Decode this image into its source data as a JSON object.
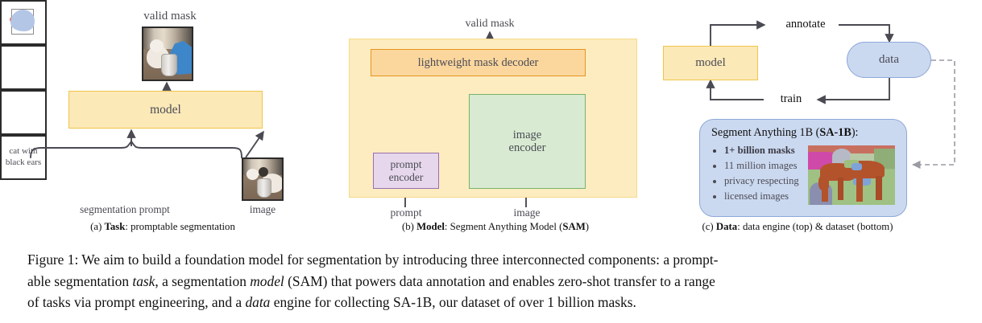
{
  "figure": {
    "caption_prefix": "Figure 1:",
    "caption_text": " We aim to build a foundation model for segmentation by introducing three interconnected components: a promptable segmentation task, a segmentation model (SAM) that powers data annotation and enables zero-shot transfer to a range of tasks via prompt engineering, and a data engine for collecting SA-1B, our dataset of over 1 billion masks.",
    "caption_line1": "Figure 1: We aim to build a foundation model for segmentation by introducing three interconnected components: a prompt-",
    "caption_line2_a": "able segmentation ",
    "caption_line2_i1": "task",
    "caption_line2_b": ", a segmentation ",
    "caption_line2_i2": "model",
    "caption_line2_c": " (SAM) that powers data annotation and enables zero-shot transfer to a range",
    "caption_line3_a": "of tasks via prompt engineering, and a ",
    "caption_line3_i": "data",
    "caption_line3_b": " engine for collecting SA-1B, our dataset of over 1 billion masks."
  },
  "panel_a": {
    "letter": "(a) ",
    "cap_bold": "Task",
    "cap_rest": ": promptable segmentation",
    "output_label": "valid mask",
    "model_label": "model",
    "prompt_group_label": "segmentation prompt",
    "image_label": "image",
    "text_prompt_line1": "cat with",
    "text_prompt_line2": "black ears",
    "prompts": [
      "points-prompt",
      "box-prompt",
      "mask-prompt",
      "text-prompt"
    ]
  },
  "panel_b": {
    "letter": "(b) ",
    "cap_bold": "Model",
    "cap_rest": ": Segment Anything Model (",
    "cap_bold2": "SAM",
    "cap_end": ")",
    "output_label": "valid mask",
    "decoder_label": "lightweight mask decoder",
    "image_encoder_line1": "image",
    "image_encoder_line2": "encoder",
    "prompt_encoder_line1": "prompt",
    "prompt_encoder_line2": "encoder",
    "input_prompt_label": "prompt",
    "input_image_label": "image"
  },
  "panel_c": {
    "letter": "(c) ",
    "cap_bold": "Data",
    "cap_rest": ": data engine (top) & dataset (bottom)",
    "model_label": "model",
    "data_label": "data",
    "annotate_label": "annotate",
    "train_label": "train",
    "dataset_title_a": "Segment Anything 1B (",
    "dataset_title_b": "SA-1B",
    "dataset_title_c": "):",
    "bullets": [
      "1+ billion masks",
      "11 million images",
      "privacy respecting",
      "licensed images"
    ]
  },
  "colors": {
    "yellow_fill": "#FCE9B8",
    "yellow_border": "#F0C54A",
    "outer_yellow_fill": "#FDECC0",
    "orange_fill": "#FBD79E",
    "orange_border": "#E8941F",
    "green_fill": "#D8EBD2",
    "green_border": "#77B26A",
    "purple_fill": "#E6D7EC",
    "purple_border": "#9A6FB0",
    "blue_fill": "#CBD9F0",
    "blue_border": "#8EA8D8",
    "mask_blue": "#B4C6E6",
    "point_red": "#E06A52",
    "point_green": "#56B356",
    "arrow_gray": "#4a4a52",
    "text_gray": "#4b4b55"
  }
}
